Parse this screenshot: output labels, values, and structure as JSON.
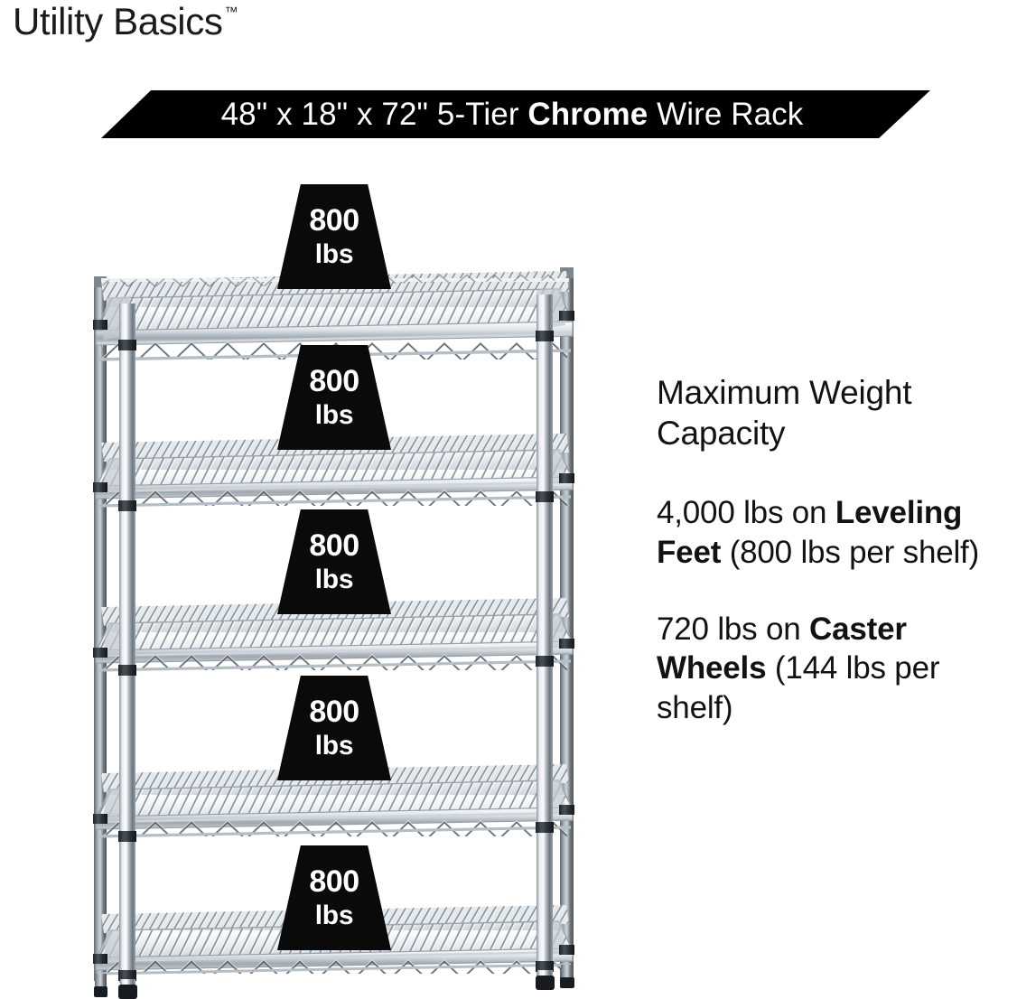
{
  "brand": {
    "name": "Utility Basics",
    "trademark": "™"
  },
  "banner": {
    "full_text": "48\" x 18\" x 72\" 5-Tier Chrome Wire Rack",
    "prefix": "48\" x 18\" x 72\" 5-Tier ",
    "emphasis": "Chrome",
    "suffix": " Wire Rack",
    "background_color": "#000000",
    "text_color": "#ffffff"
  },
  "product": {
    "dimensions": "48\" x 18\" x 72\"",
    "tiers": 5,
    "finish": "Chrome",
    "type": "Wire Rack"
  },
  "badges": [
    {
      "number": "800",
      "unit": "lbs",
      "tier": 1
    },
    {
      "number": "800",
      "unit": "lbs",
      "tier": 2
    },
    {
      "number": "800",
      "unit": "lbs",
      "tier": 3
    },
    {
      "number": "800",
      "unit": "lbs",
      "tier": 4
    },
    {
      "number": "800",
      "unit": "lbs",
      "tier": 5
    }
  ],
  "copy": {
    "heading": "Maximum Weight Capacity",
    "leveling": {
      "prefix": "4,000 lbs on ",
      "emphasis": "Leveling Feet",
      "suffix": " (800 lbs per shelf)",
      "total": "4,000 lbs",
      "per_shelf": "800 lbs"
    },
    "casters": {
      "prefix": "720 lbs on ",
      "emphasis": "Caster Wheels",
      "suffix": " (144 lbs per shelf)",
      "total": "720 lbs",
      "per_shelf": "144 lbs"
    }
  },
  "colors": {
    "background": "#ffffff",
    "ink": "#111111",
    "badge_fill": "#0a0a0a",
    "chrome_light": "#f4f6f8",
    "chrome_mid": "#b9c1c9",
    "chrome_dark": "#5d666f",
    "chrome_shadow": "#2d3339"
  }
}
